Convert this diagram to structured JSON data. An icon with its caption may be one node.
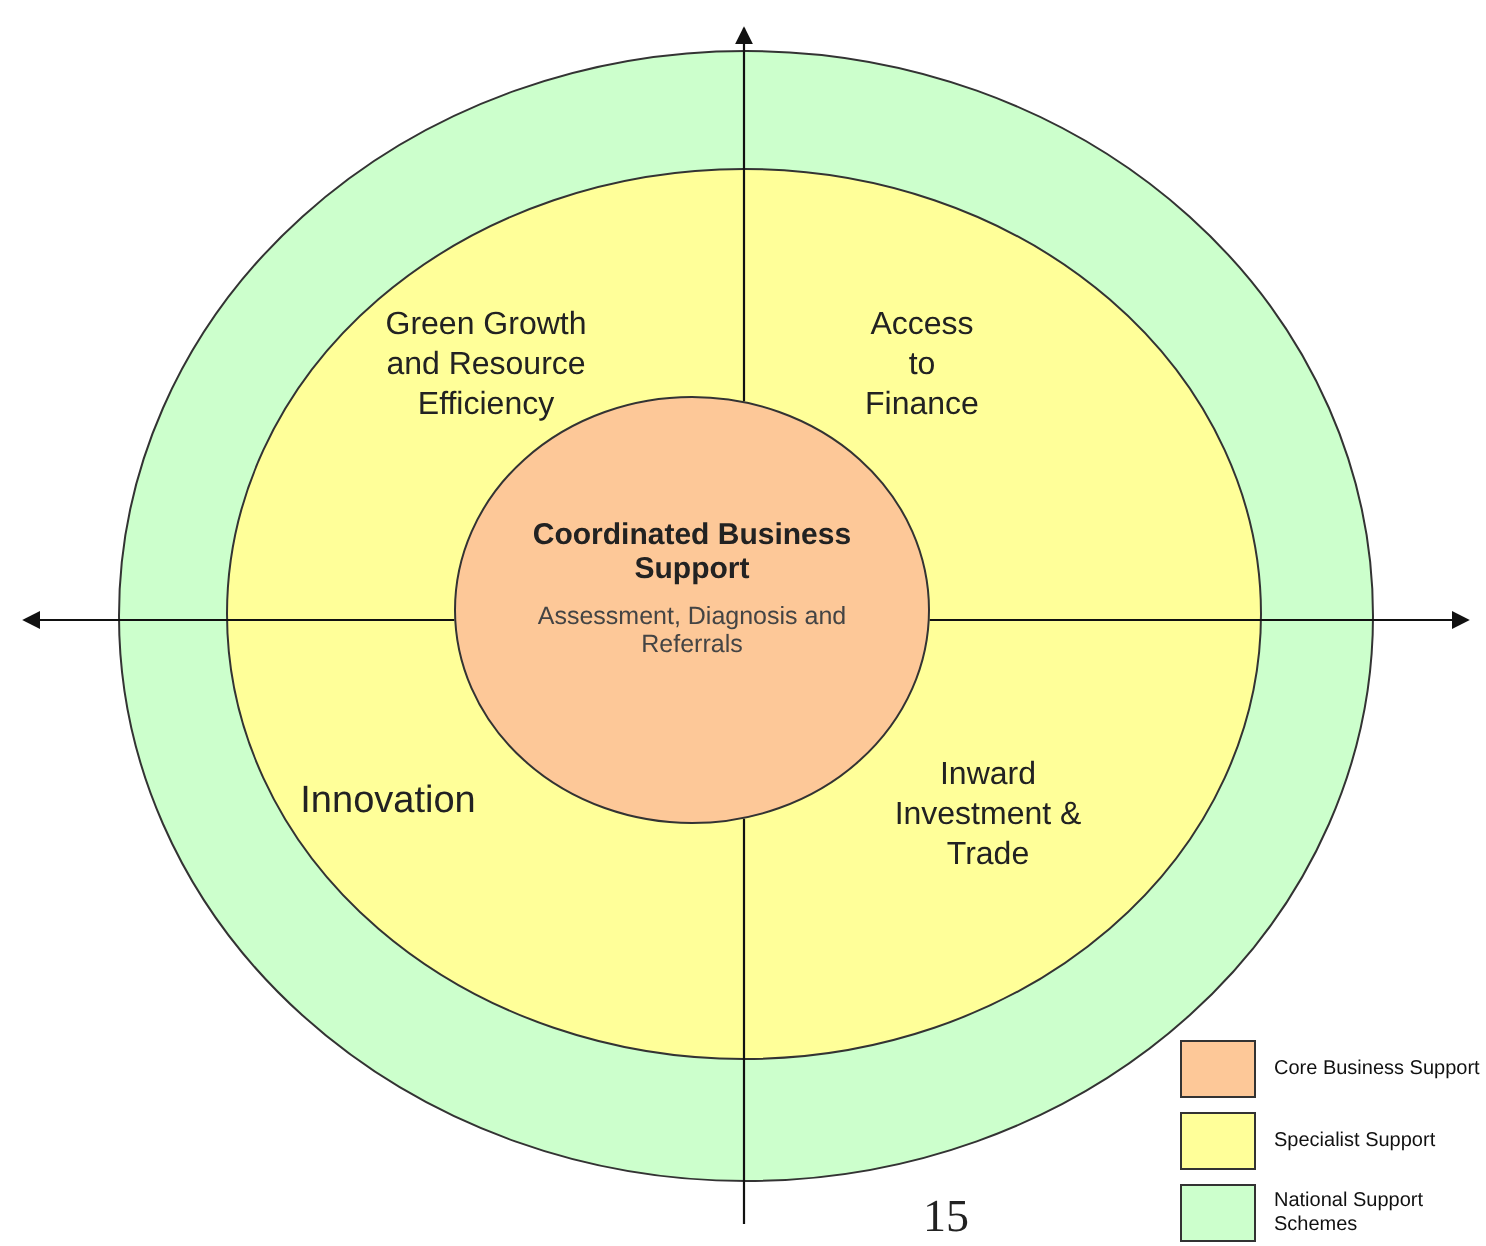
{
  "diagram": {
    "nodes": [
      {
        "text": [],
        "shape": "circle"
      },
      {
        "text": [],
        "shape": "circle",
        "in": 0
      },
      {
        "text": [
          "Coordinated Business Support",
          "Assessment, Diagnosis and Referrals"
        ],
        "in": 1
      }
    ],
    "edges": [
      {
        "from": 2,
        "to": null,
        "arrow": "to"
      },
      {
        "from": 2,
        "to": null,
        "arrow": "to"
      },
      {
        "from": 2,
        "to": null,
        "arrow": "to"
      },
      {
        "from": 2,
        "to": null,
        "arrow": "none"
      }
    ],
    "labels": [
      "Green Growth and Resource Efficiency",
      "Access to Finance",
      "Innovation",
      "Inward Investment & Trade",
      "15"
    ],
    "legend": [
      {
        "text": "Core Business Support",
        "color": "#fdc898"
      },
      {
        "text": "Specialist Support",
        "color": "#ffff99"
      },
      {
        "text": "National Support Schemes",
        "color": "#ccffcc"
      }
    ]
  }
}
